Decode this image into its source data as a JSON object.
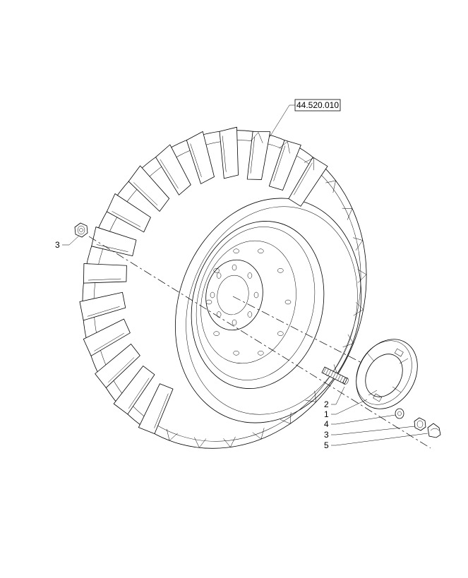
{
  "reference": {
    "label": "44.520.010"
  },
  "callouts": [
    {
      "id": "callout-3-left",
      "label": "3"
    },
    {
      "id": "callout-2",
      "label": "2"
    },
    {
      "id": "callout-1",
      "label": "1"
    },
    {
      "id": "callout-4",
      "label": "4"
    },
    {
      "id": "callout-3-right",
      "label": "3"
    },
    {
      "id": "callout-5",
      "label": "5"
    }
  ],
  "colors": {
    "line": "#000000",
    "background": "#ffffff"
  }
}
